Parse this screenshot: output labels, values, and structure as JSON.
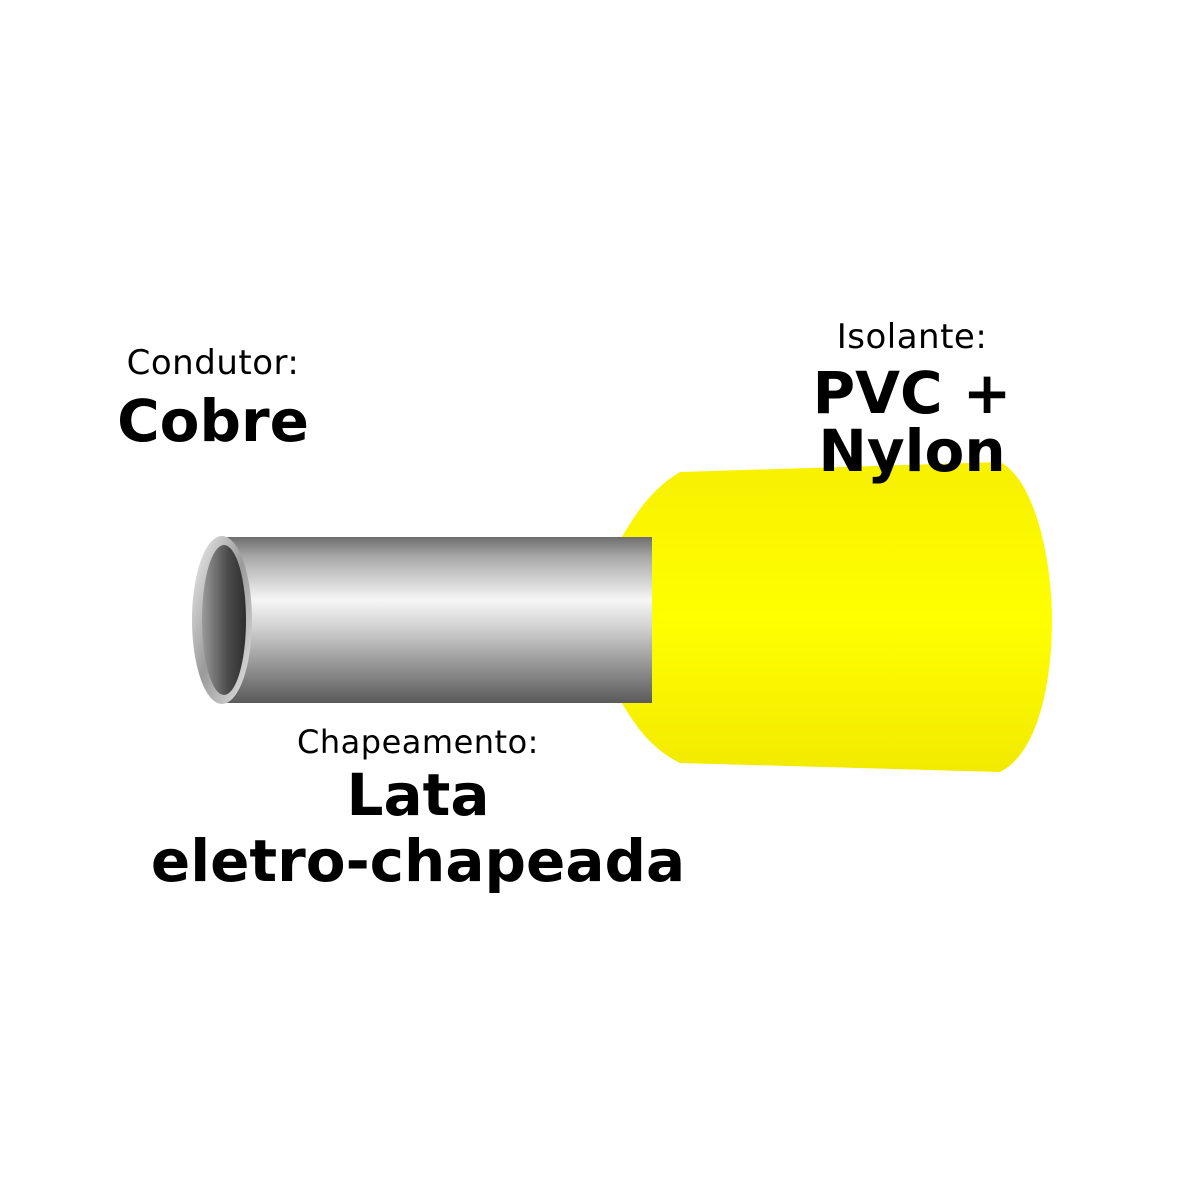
{
  "labels": {
    "condutor": {
      "caption": "Condutor:",
      "value": "Cobre"
    },
    "isolante": {
      "caption": "Isolante:",
      "value": "PVC + Nylon"
    },
    "chapeamento": {
      "caption": "Chapeamento:",
      "value_line1": "Lata",
      "value_line2": "eletro-chapeada"
    }
  },
  "colors": {
    "insulation": "#ffff00",
    "tube_light": "#f2f2f2",
    "tube_dark": "#5a5a5a",
    "text": "#000000"
  }
}
